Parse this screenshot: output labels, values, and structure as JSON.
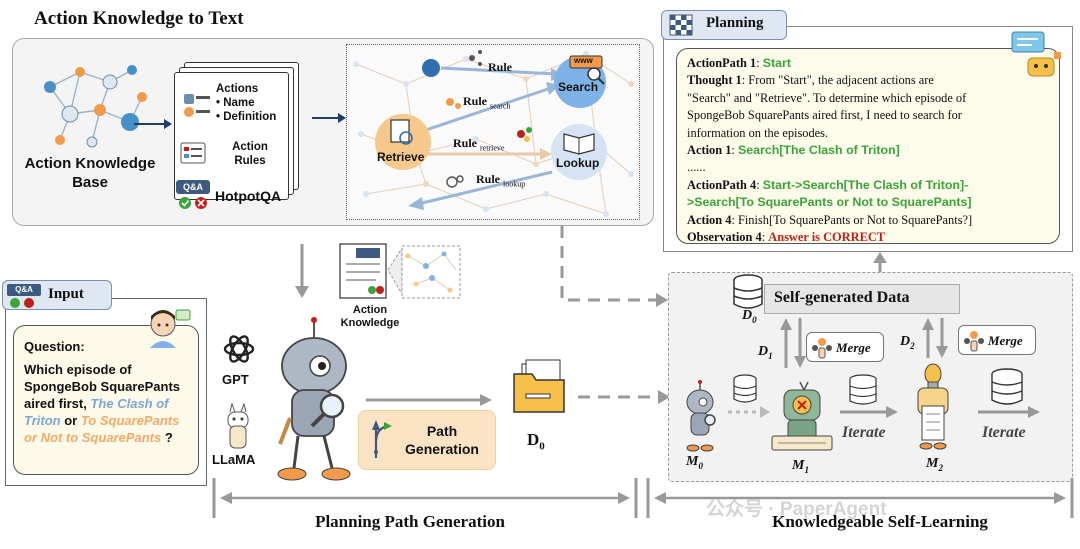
{
  "section_titles": {
    "action_knowledge_to_text": "Action Knowledge to Text",
    "planning": "Planning",
    "input": "Input"
  },
  "knowledge_base": {
    "label": "Action Knowledge Base"
  },
  "docs": {
    "actions_heading": "Actions",
    "bullet_name": "Name",
    "bullet_definition": "Definition",
    "action_rules": "Action Rules",
    "hotpotqa": "HotpotQA"
  },
  "graph": {
    "search": "Search",
    "retrieve": "Retrieve",
    "lookup": "Lookup",
    "rule": "Rule",
    "rule_search": "Rule",
    "rule_search_sub": "search",
    "rule_retrieve": "Rule",
    "rule_retrieve_sub": "retrieve",
    "rule_lookup": "Rule",
    "rule_lookup_sub": "lookup",
    "www": "www"
  },
  "qa_badge": "Q&A",
  "planning": {
    "actionpath1_label": "ActionPath 1",
    "actionpath1_value": "Start",
    "thought1_label": "Thought 1",
    "thought1_lines": [
      "From \"Start\", the adjacent actions are",
      "\"Search\" and \"Retrieve\". To determine which episode of",
      "SpongeBob SquarePants aired first, I need to search for",
      "information on the episodes."
    ],
    "action1_label": "Action 1",
    "action1_value": "Search[The Clash of Triton]",
    "ellipsis": "......",
    "actionpath4_label": "ActionPath 4",
    "actionpath4_value_line1": "Start->Search[The Clash of Triton]-",
    "actionpath4_value_line2": ">Search[To SquarePants or Not to SquarePants]",
    "action4_label": "Action 4",
    "action4_value": "Finish[To SquarePants or Not to SquarePants?]",
    "observation4_label": "Observation 4",
    "observation4_value": "Answer is CORRECT"
  },
  "input": {
    "question_label": "Question:",
    "question_prefix": "Which episode of SpongeBob SquarePants aired first,",
    "option1": "The Clash of Triton",
    "connector": "or",
    "option2": "To SquarePants or Not to SquarePants",
    "question_end": "?"
  },
  "models": {
    "gpt": "GPT",
    "llama": "LLaMA"
  },
  "action_knowledge_label": "Action Knowledge",
  "path_generation_label": "Path Generation",
  "d0_label": "D",
  "d0_sub": "0",
  "self_learning": {
    "self_generated_data": "Self-generated Data",
    "d0_db": "D",
    "d0_db_sub": "0",
    "d1": "D",
    "d1_sub": "1",
    "d2": "D",
    "d2_sub": "2",
    "merge": "Merge",
    "m0": "M",
    "m0_sub": "0",
    "m1": "M",
    "m1_sub": "1",
    "m2": "M",
    "m2_sub": "2",
    "iterate": "Iterate"
  },
  "bottom_labels": {
    "planning_path_generation": "Planning Path Generation",
    "knowledgeable_self_learning": "Knowledgeable Self-Learning"
  },
  "watermark": "公众号 · PaperAgent",
  "colors": {
    "tab_fill": "#dfe7f3",
    "answer_green": "#3aa33a",
    "correct_red": "#c0201c",
    "path_gen_fill": "#fbe3c4",
    "search_node": "#7fb2e6",
    "retrieve_node": "#f6c98a",
    "lookup_node": "#d5e3f5"
  }
}
